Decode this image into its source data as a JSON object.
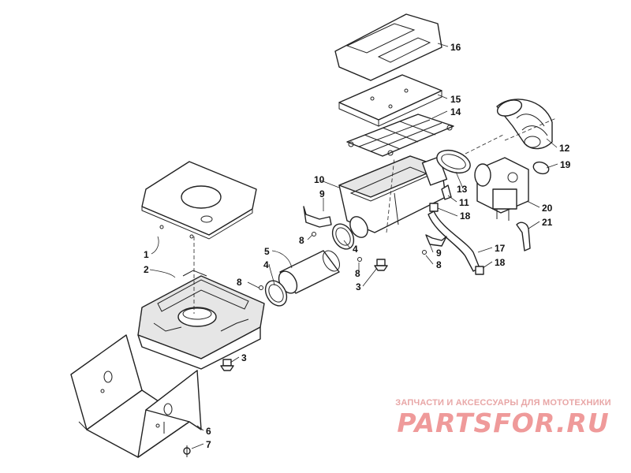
{
  "diagram": {
    "callouts": [
      {
        "label": "1"
      },
      {
        "label": "2"
      },
      {
        "label": "3"
      },
      {
        "label": "3"
      },
      {
        "label": "4"
      },
      {
        "label": "4"
      },
      {
        "label": "5"
      },
      {
        "label": "6"
      },
      {
        "label": "7"
      },
      {
        "label": "8"
      },
      {
        "label": "8"
      },
      {
        "label": "8"
      },
      {
        "label": "8"
      },
      {
        "label": "9"
      },
      {
        "label": "9"
      },
      {
        "label": "10"
      },
      {
        "label": "11"
      },
      {
        "label": "12"
      },
      {
        "label": "13"
      },
      {
        "label": "14"
      },
      {
        "label": "15"
      },
      {
        "label": "16"
      },
      {
        "label": "17"
      },
      {
        "label": "18"
      },
      {
        "label": "18"
      },
      {
        "label": "19"
      },
      {
        "label": "20"
      },
      {
        "label": "21"
      }
    ]
  },
  "watermark": {
    "caption": "ЗАПЧАСТИ И АКСЕССУАРЫ ДЛЯ МОТОТЕХНИКИ",
    "logo": "PARTSFOR.RU",
    "color": "#ef9a9a"
  }
}
